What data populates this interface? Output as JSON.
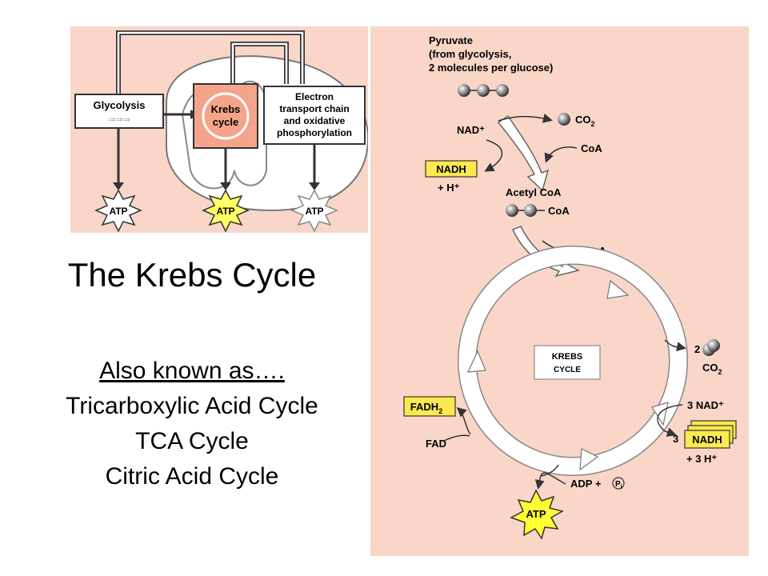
{
  "slide": {
    "title": "The Krebs Cycle",
    "aka_heading": "Also known as….",
    "names": [
      "Tricarboxylic Acid Cycle",
      "TCA Cycle",
      "Citric Acid Cycle"
    ]
  },
  "overview": {
    "glycolysis": "Glycolysis",
    "krebs_line1": "Krebs",
    "krebs_line2": "cycle",
    "etc_lines": [
      "Electron",
      "transport chain",
      "and oxidative",
      "phosphorylation"
    ],
    "atp_labels": [
      "ATP",
      "ATP",
      "ATP"
    ]
  },
  "figure": {
    "pyruvate_lines": [
      "Pyruvate",
      "(from glycolysis,",
      "2 molecules per glucose)"
    ],
    "co2": "CO",
    "co2_sub": "2",
    "nad_plus": "NAD⁺",
    "coa_in": "CoA",
    "nadh": "NADH",
    "h_plus": "+ H⁺",
    "acetyl_coa": "Acetyl CoA",
    "coa_attached": "CoA",
    "coa_out": "CoA",
    "cycle_label_1": "KREBS",
    "cycle_label_2": "CYCLE",
    "two": "2",
    "co2_out": "CO",
    "co2_out_sub": "2",
    "three_nad": "3 NAD⁺",
    "three": "3",
    "nadh_stack": "NADH",
    "three_h": "+ 3 H⁺",
    "fadh2": "FADH",
    "fadh2_sub": "2",
    "fad": "FAD",
    "adp": "ADP +",
    "pi": "P",
    "pi_sub": "i",
    "atp": "ATP"
  },
  "colors": {
    "figure_bg": "#f9d6c8",
    "yellow_box": "#fce94f",
    "krebs_box": "#f4a48a",
    "atp_yellow": "#ffff33"
  }
}
